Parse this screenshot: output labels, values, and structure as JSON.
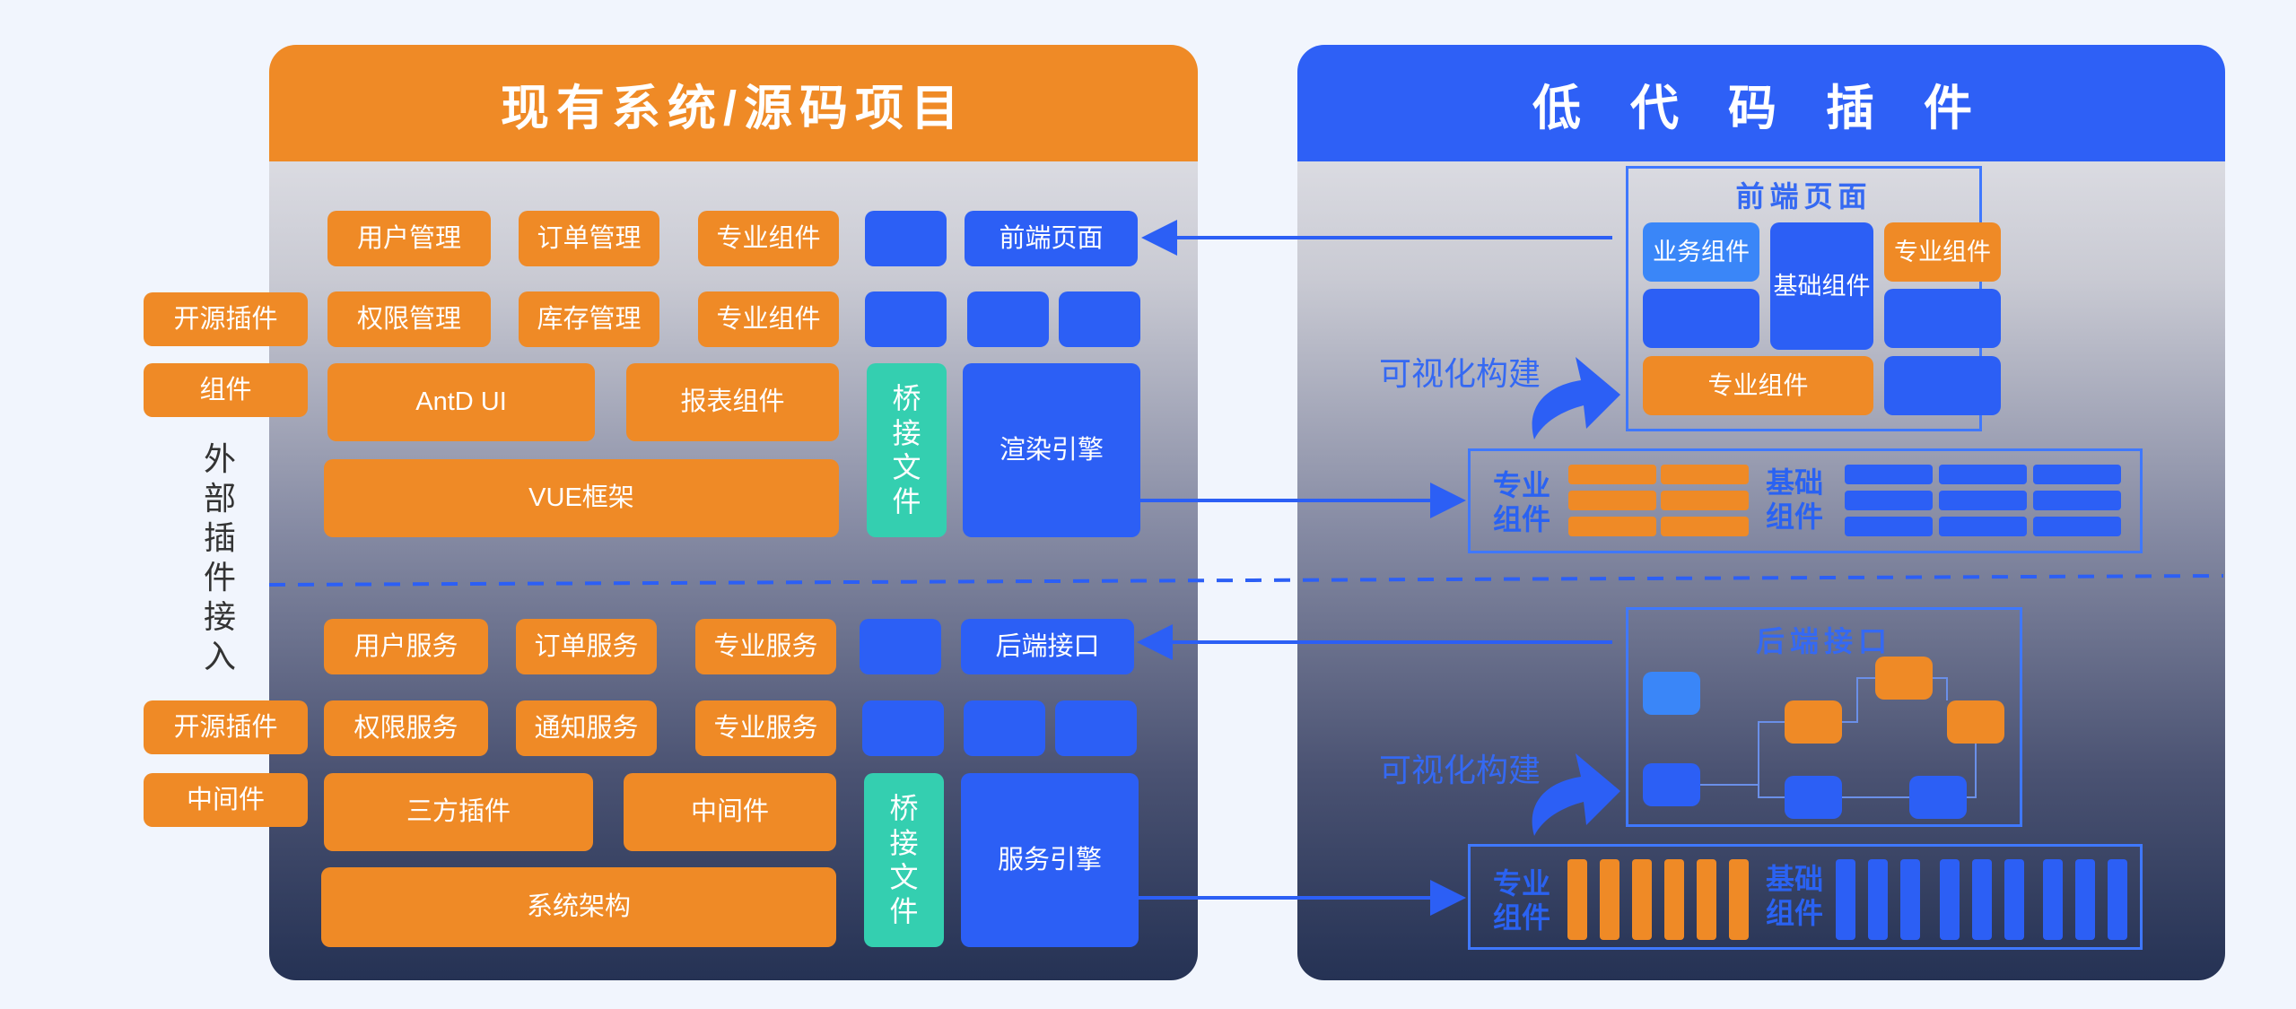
{
  "left_panel": {
    "title": "现有系统/源码项目",
    "frontend": {
      "row1": [
        "用户管理",
        "订单管理",
        "专业组件"
      ],
      "page": "前端页面",
      "row2": [
        "权限管理",
        "库存管理",
        "专业组件"
      ],
      "antd": "AntD UI",
      "report": "报表组件",
      "vue": "VUE框架",
      "bridge": [
        "桥",
        "接",
        "文",
        "件"
      ],
      "engine": "渲染引擎"
    },
    "backend": {
      "row1": [
        "用户服务",
        "订单服务",
        "专业服务"
      ],
      "api": "后端接口",
      "row2": [
        "权限服务",
        "通知服务",
        "专业服务"
      ],
      "plugin": "三方插件",
      "middleware": "中间件",
      "arch": "系统架构",
      "bridge": [
        "桥",
        "接",
        "文",
        "件"
      ],
      "engine": "服务引擎"
    }
  },
  "external": {
    "label_chars": [
      "外",
      "部",
      "插",
      "件",
      "接",
      "入"
    ],
    "top": [
      "开源插件",
      "组件"
    ],
    "bottom": [
      "开源插件",
      "中间件"
    ]
  },
  "right_panel": {
    "title": "低 代 码 插 件",
    "frontend_frame": {
      "title": "前端页面",
      "business": "业务组件",
      "base": "基础组件",
      "pro": "专业组件",
      "pro_wide": "专业组件"
    },
    "backend_frame": {
      "title": "后端接口"
    },
    "visual_build": "可视化构建",
    "components_row": {
      "pro": "专业组件",
      "base": "基础组件"
    }
  },
  "colors": {
    "orange": "#ef8a26",
    "blue": "#2c5ff5",
    "teal": "#34cfb0",
    "light_blue": "#3a86f8"
  }
}
